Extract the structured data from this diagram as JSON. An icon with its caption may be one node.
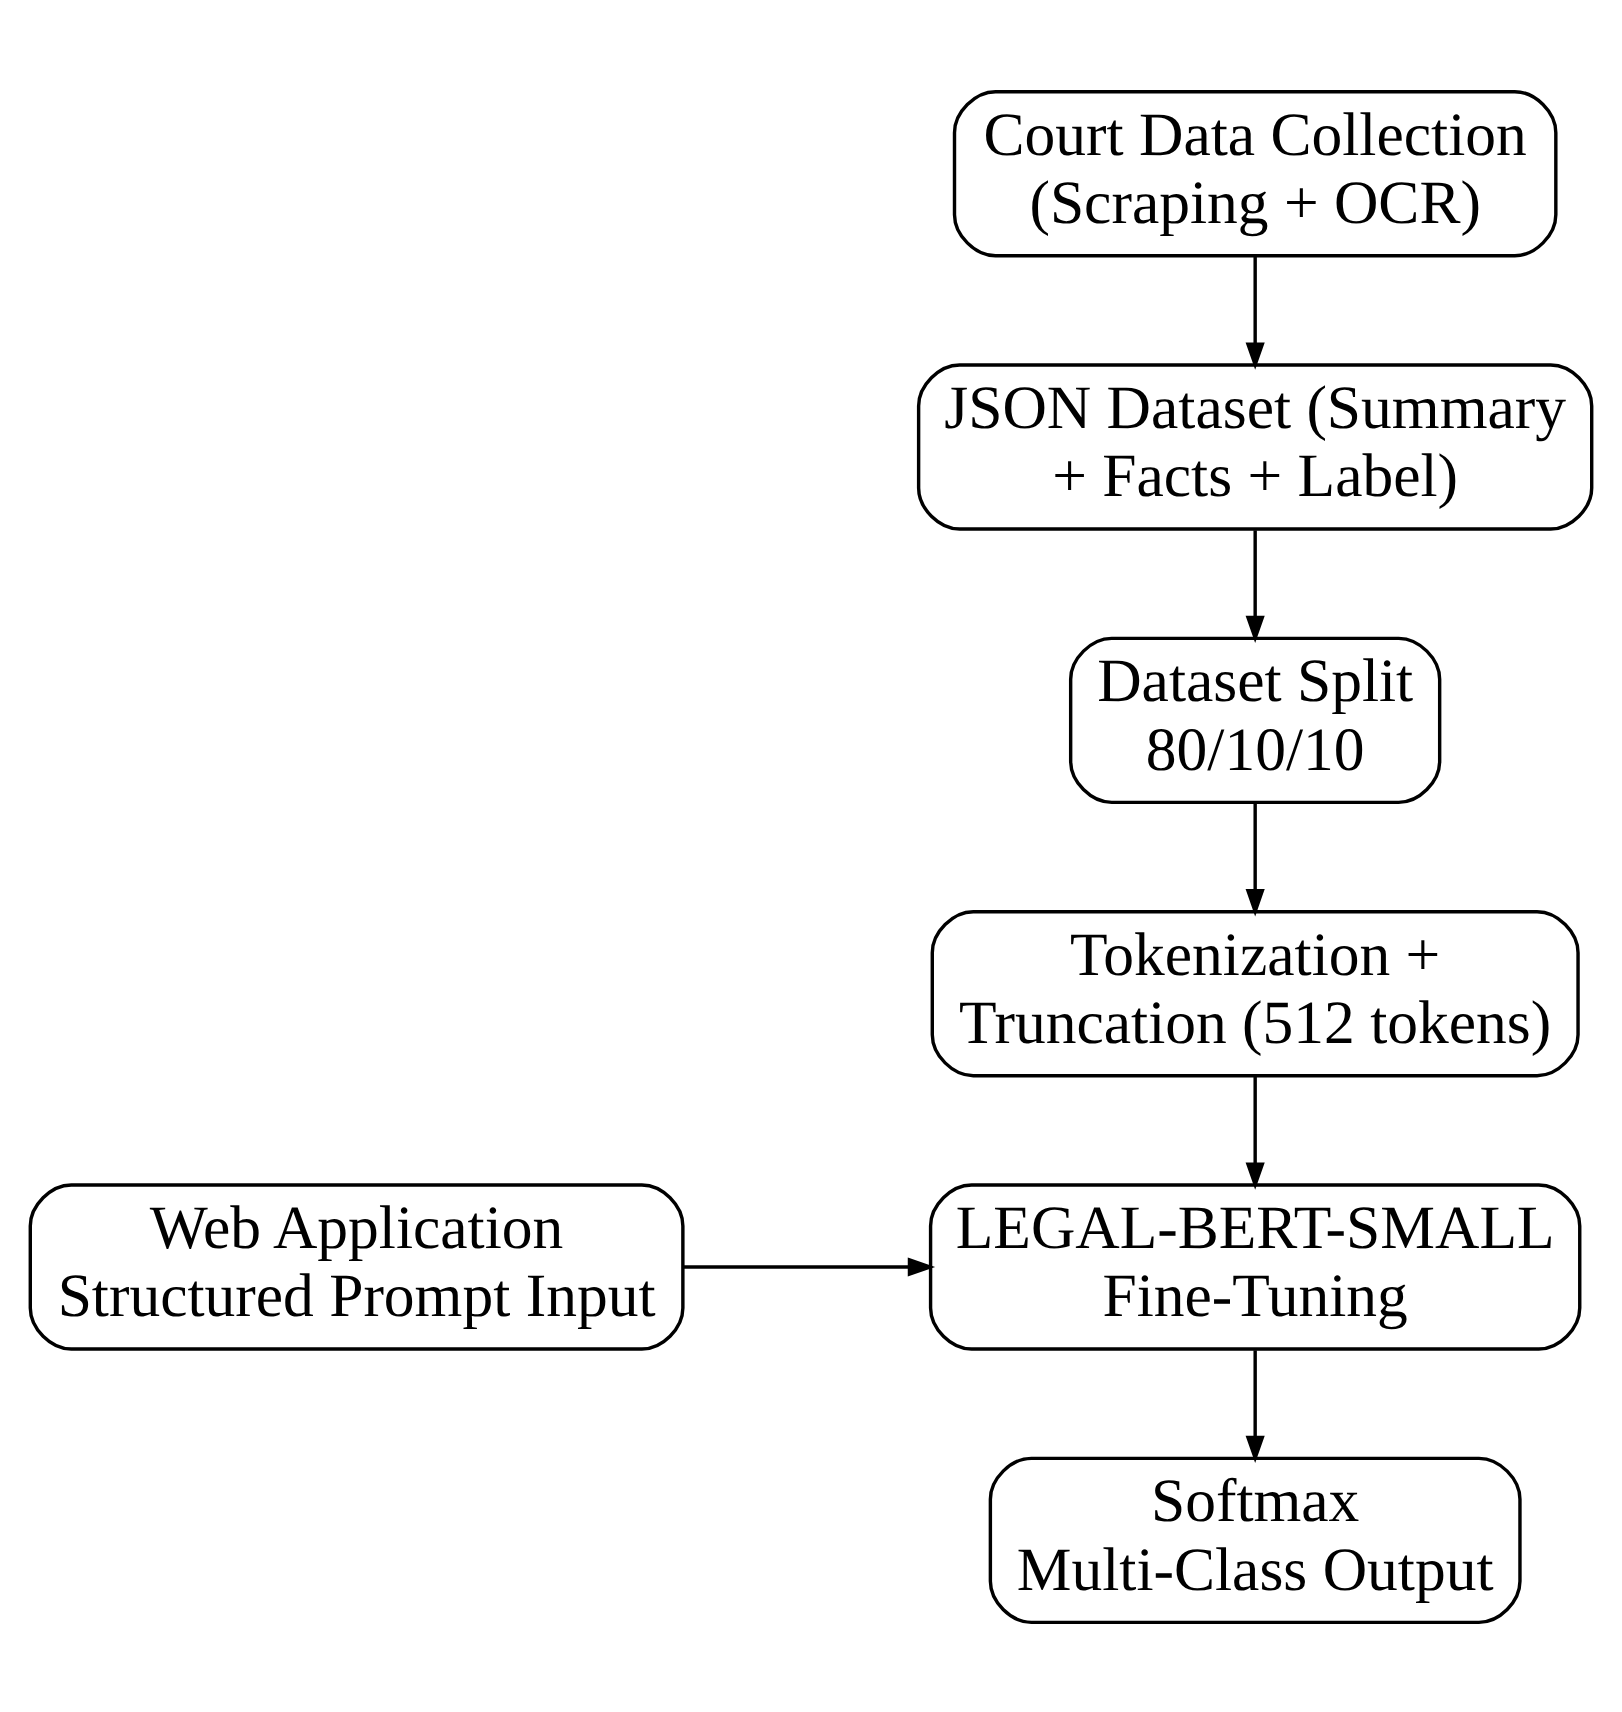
{
  "diagram": {
    "nodes": [
      {
        "text": [
          "Court Data Collection (Scraping + OCR)"
        ]
      },
      {
        "text": [
          "JSON Dataset (Summary + Facts + Label)"
        ]
      },
      {
        "text": [
          "Dataset Split 80/10/10"
        ]
      },
      {
        "text": [
          "Tokenization + Truncation (512 tokens)"
        ]
      },
      {
        "text": [
          "LEGAL-BERT-SMALL Fine-Tuning"
        ]
      },
      {
        "text": [
          "Softmax Multi-Class Output"
        ]
      },
      {
        "text": [
          "Web Application Structured Prompt Input"
        ]
      }
    ],
    "edges": [
      {
        "from": 0,
        "to": 1,
        "arrow": "to"
      },
      {
        "from": 1,
        "to": 2,
        "arrow": "to"
      },
      {
        "from": 2,
        "to": 3,
        "arrow": "to"
      },
      {
        "from": 3,
        "to": 4,
        "arrow": "to"
      },
      {
        "from": 4,
        "to": 5,
        "arrow": "to"
      },
      {
        "from": 6,
        "to": 4,
        "arrow": "to"
      }
    ]
  }
}
